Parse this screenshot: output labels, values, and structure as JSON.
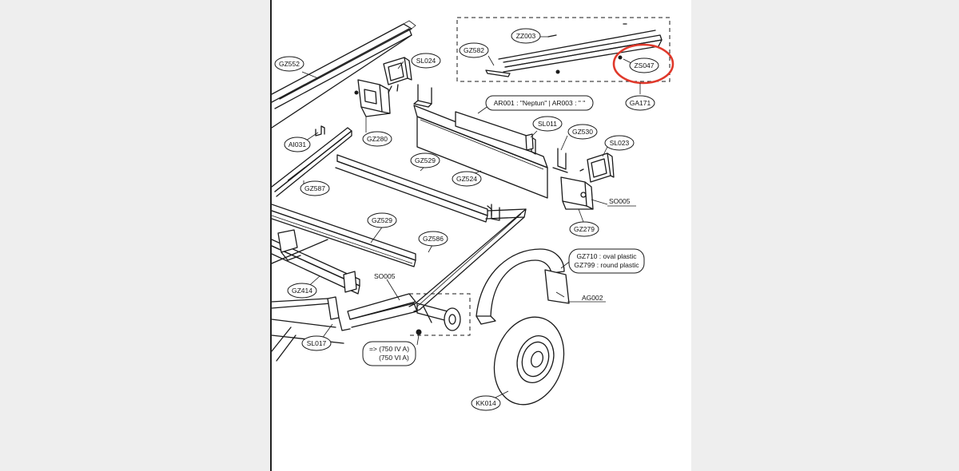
{
  "labels": {
    "gz552": "GZ552",
    "sl024": "SL024",
    "zz003": "ZZ003",
    "gz582": "GZ582",
    "zs047": "ZS047",
    "ga171": "GA171",
    "ar001": "AR001 : \"Neptun\"  |  AR003 : \" \"",
    "sl011": "SL011",
    "gz530": "GZ530",
    "sl023": "SL023",
    "ai031": "AI031",
    "gz280": "GZ280",
    "gz529a": "GZ529",
    "gz524": "GZ524",
    "so005a": "SO005",
    "gz587": "GZ587",
    "gz279": "GZ279",
    "gz529b": "GZ529",
    "gz586": "GZ586",
    "gz710_line1": "GZ710 : oval plastic",
    "gz710_line2": "GZ799 : round plastic",
    "so005b": "SO005",
    "gz414": "GZ414",
    "ag002": "AG002",
    "sl017": "SL017",
    "axle_line1": "=> (750 IV A)",
    "axle_line2": "(750 VI A)",
    "kk014": "KK014"
  },
  "colors": {
    "highlight": "#e0392b",
    "ink": "#1a1a1a"
  }
}
